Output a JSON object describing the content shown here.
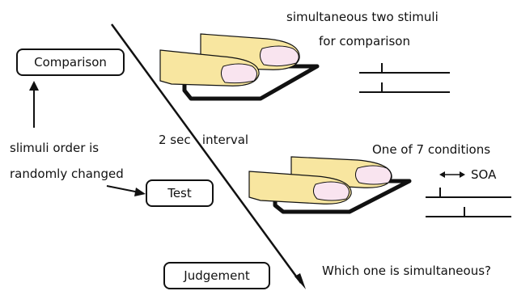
{
  "boxes": {
    "comparison": "Comparison",
    "test": "Test",
    "judgement": "Judgement"
  },
  "labels": {
    "simultaneous_line1": "simultaneous two stimuli",
    "simultaneous_line2": "for comparison",
    "order_line1": "slimuli order is",
    "order_line2": "randomly changed",
    "interval": "2 sec   interval",
    "conditions": "One of 7 conditions",
    "soa": "SOA",
    "question": "Which one is simultaneous?"
  },
  "colors": {
    "finger_fill": "#f8e6a0",
    "nail_fill": "#f9e4ef",
    "stroke": "#111111"
  }
}
